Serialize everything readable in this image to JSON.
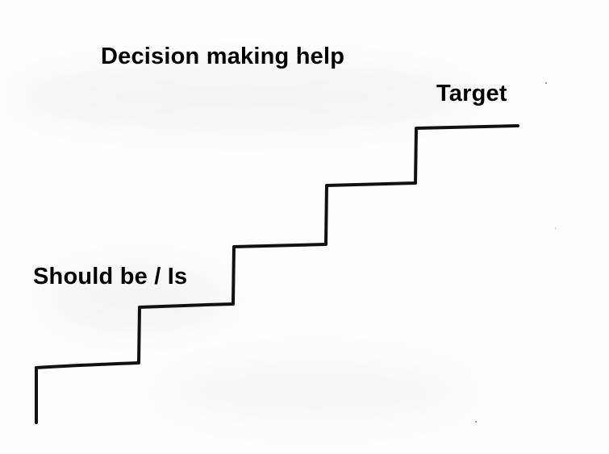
{
  "diagram": {
    "title": "Decision making help",
    "target_label": "Target",
    "start_label": "Should be / Is",
    "stroke_color": "#111111",
    "step_count": 5
  }
}
